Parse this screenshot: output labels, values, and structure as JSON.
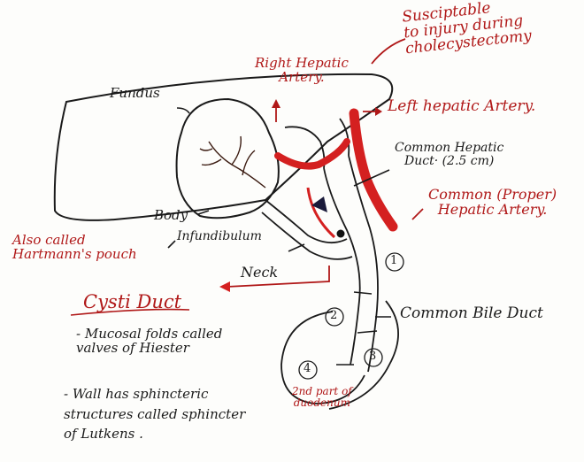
{
  "colors": {
    "ink": "#1a1a1a",
    "artery": "#d42020",
    "label_red": "#b01818",
    "paper": "#fdfdfb"
  },
  "labels": {
    "susceptible": "Susciptable\nto injury during\ncholecystectomy",
    "right_hepatic_artery": "Right Hepatic\nArtery.",
    "left_hepatic_artery": "Left hepatic Artery.",
    "fundus": "Fundus",
    "common_hepatic_duct": "Common Hepatic\nDuct· (2.5 cm)",
    "proper_hepatic_artery": "Common (Proper)\nHepatic Artery.",
    "body": "Body",
    "also_called": "Also called\nHartmann's pouch",
    "infundibulum": "Infundibulum",
    "neck": "Neck",
    "cystic_duct": "Cysti Duct",
    "common_bile_duct": "Common Bile Duct",
    "duodenum": "2nd part of\nduodenum"
  },
  "notes": [
    "- Mucosal folds called\nvalves of Hiester",
    "- Wall has sphincteric\nstructures called sphincter\nof Lutkens ."
  ],
  "segment_numbers": [
    "1",
    "2",
    "3",
    "4"
  ]
}
